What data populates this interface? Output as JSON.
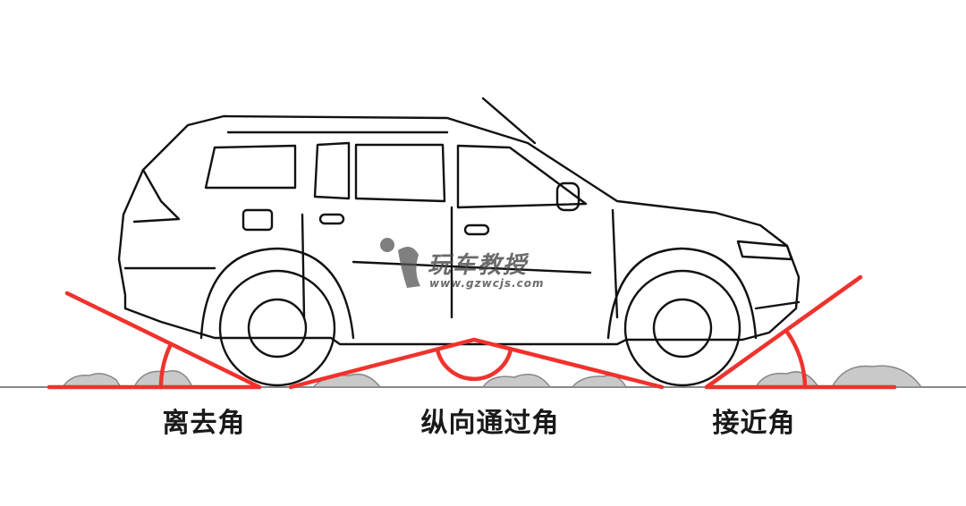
{
  "labels": {
    "departure_angle": "离去角",
    "breakover_angle": "纵向通过角",
    "approach_angle": "接近角"
  },
  "watermark": {
    "brand": "玩车教授",
    "url": "www.gzwcjs.com"
  },
  "colors": {
    "angle_lines": "#f0322d",
    "outline": "#111111",
    "ground": "#888888"
  }
}
